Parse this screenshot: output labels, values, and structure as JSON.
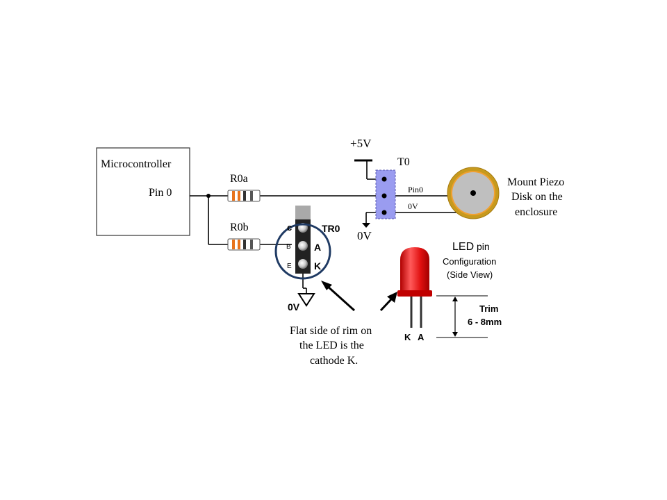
{
  "microcontroller": {
    "title": "Microcontroller",
    "pin": "Pin 0"
  },
  "resistors": {
    "r0a": "R0a",
    "r0b": "R0b"
  },
  "supply": {
    "plus5v": "+5V",
    "zero_v_terminal": "0V",
    "zero_v_led": "0V"
  },
  "terminal_block": {
    "label": "T0",
    "pin0": "Pin0",
    "zero_v": "0V"
  },
  "piezo": {
    "line1": "Mount Piezo",
    "line2": "Disk on the",
    "line3": "enclosure"
  },
  "transistor": {
    "label": "TR0",
    "pin_c": "c",
    "pin_b": "B",
    "pin_e": "E",
    "pin_a": "A",
    "pin_k": "K"
  },
  "led_info": {
    "title_bold": "LED",
    "title_rest": " pin",
    "line2": "Configuration",
    "line3": "(Side View)",
    "pin_k": "K",
    "pin_a": "A",
    "trim_label": "Trim",
    "trim_range": "6 - 8mm"
  },
  "note": {
    "line1": "Flat side of rim on",
    "line2": "the LED is the",
    "line3": "cathode K."
  },
  "colors": {
    "wire": "#000000",
    "resistor_orange": "#e8731c",
    "terminal_blue": "#9a9cf0",
    "piezo_gold": "#c79a1e",
    "piezo_disc": "#bfbfbf",
    "led_red": "#e01010",
    "socket_circle": "#1f3a63"
  }
}
